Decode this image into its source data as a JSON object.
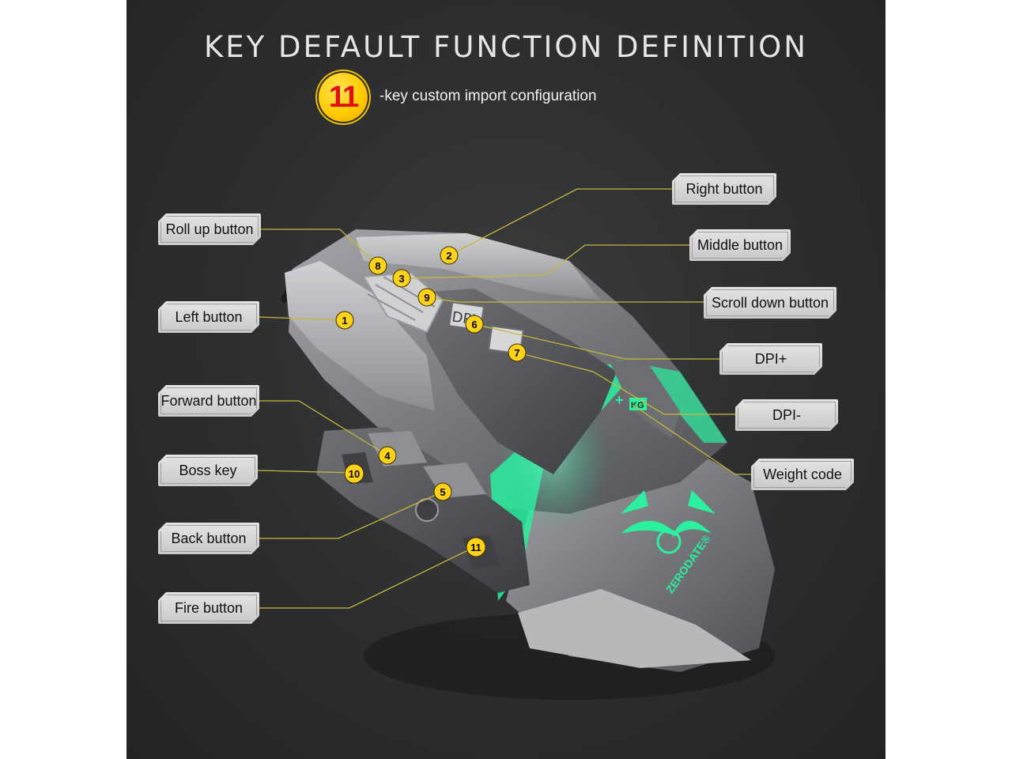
{
  "title": "KEY DEFAULT FUNCTION DEFINITION",
  "badge": "11",
  "subtitle": "-key custom import configuration",
  "labels": {
    "right_button": "Right button",
    "roll_up_button": "Roll up button",
    "middle_button": "Middle button",
    "scroll_down_button": "Scroll down button",
    "left_button": "Left button",
    "dpi_plus": "DPI+",
    "dpi_minus": "DPI-",
    "forward_button": "Forward button",
    "weight_code": "Weight code",
    "boss_key": "Boss key",
    "back_button": "Back button",
    "fire_button": "Fire button"
  },
  "markers": {
    "m1": "1",
    "m2": "2",
    "m3": "3",
    "m4": "4",
    "m5": "5",
    "m6": "6",
    "m7": "7",
    "m8": "8",
    "m9": "9",
    "m10": "10",
    "m11": "11"
  },
  "mouse_text": {
    "dpi_key": "DPI",
    "brand": "ZERODATE®",
    "weight_badge": "KG",
    "weight_plus": "+"
  },
  "colors": {
    "marker_fill": "#ffd21a",
    "leader_line": "#c9b73a",
    "accent_glow": "#2cf0a0",
    "mouse_body": "#77797c",
    "title_text": "#e6e6e6"
  }
}
